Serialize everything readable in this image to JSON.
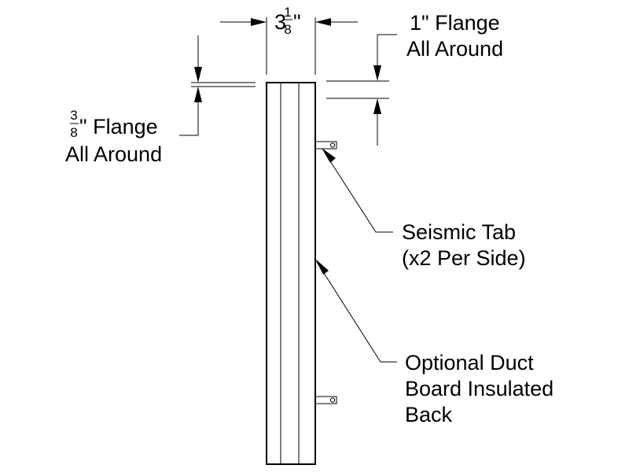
{
  "dimension_width": {
    "whole": "3",
    "frac_num": "1",
    "frac_den": "8",
    "unit": "\""
  },
  "flange_top": {
    "line1": "1\" Flange",
    "line2": "All Around"
  },
  "flange_side": {
    "frac_num": "3",
    "frac_den": "8",
    "line1_rest": "\" Flange",
    "line2": "All Around"
  },
  "seismic_tab": {
    "line1": "Seismic Tab",
    "line2": "(x2 Per Side)"
  },
  "duct_board": {
    "line1": "Optional Duct",
    "line2": "Board Insulated",
    "line3": "Back"
  }
}
